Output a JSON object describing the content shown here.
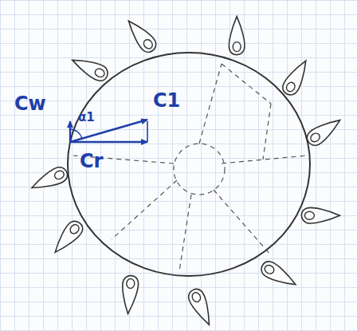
{
  "diagram": {
    "labels": [
      "Cw",
      "C1",
      "Cr",
      "α1"
    ]
  }
}
